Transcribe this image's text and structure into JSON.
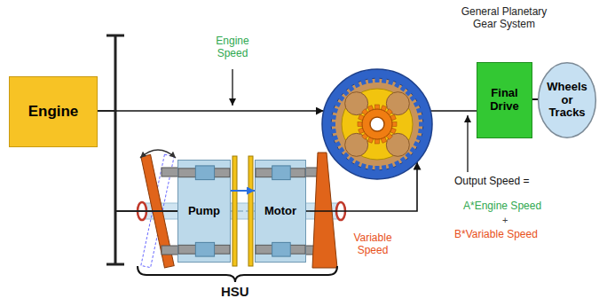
{
  "diagram": {
    "nodes": [
      {
        "text": [
          "Engine"
        ]
      },
      {
        "text": [
          "General Planetary Gear System"
        ]
      },
      {
        "text": [
          "Final Drive"
        ]
      },
      {
        "text": [
          "Wheels or Tracks"
        ]
      },
      {
        "text": [
          "Pump"
        ]
      },
      {
        "text": [
          "Motor"
        ]
      }
    ],
    "edges": [
      {
        "from": 0,
        "to": 1,
        "arrow": "to",
        "label": "Engine Speed"
      },
      {
        "from": 0,
        "to": 4,
        "arrow": "none"
      },
      {
        "from": 4,
        "to": 5,
        "arrow": "to"
      },
      {
        "from": 5,
        "to": 1,
        "arrow": "to",
        "label": "Variable Speed"
      },
      {
        "from": 1,
        "to": 2,
        "arrow": "none"
      },
      {
        "from": 2,
        "to": 3,
        "arrow": "none"
      }
    ],
    "labels": [
      "Output Speed =",
      "A*Engine Speed",
      "+",
      "B*Variable Speed",
      "HSU"
    ]
  }
}
